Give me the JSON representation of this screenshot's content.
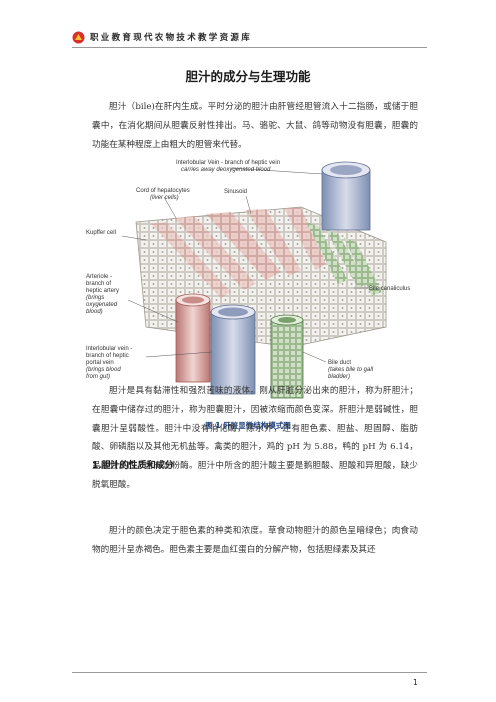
{
  "header": {
    "text": "职业教育现代农物技术教学资源库"
  },
  "title": "胆汁的成分与生理功能",
  "intro": "胆汁（bile)在肝内生成。平时分泌的胆汁由肝管经胆管流入十二指肠，或储于胆囊中，在消化期间从胆囊反射性排出。马、骆驼、大鼠、鸽等动物没有胆囊，胆囊的功能在某种程度上由粗大的胆管来代替。",
  "figure": {
    "labels": {
      "vein_title": "Interlobular Vein - branch of heptic vein",
      "vein_sub": "carries away deoxygenated blood",
      "sinusoid": "Sinusoid",
      "cord": "Cord of hepatocytes",
      "cord_sub": "(liver cells)",
      "kupffer": "Kupffer cell",
      "arteriole_1": "Arteriole -",
      "arteriole_2": "branch of",
      "arteriole_3": "heptic artery",
      "arteriole_4": "(brings",
      "arteriole_5": "oxygenated",
      "arteriole_6": "blood)",
      "portal_1": "Interlobular vein -",
      "portal_2": "branch of heptic",
      "portal_3": "portal vein",
      "portal_4": "(brings blood",
      "portal_5": "from gut)",
      "canaliculus": "Bile canaliculus",
      "duct_1": "Bile duct",
      "duct_2": "(takes bile to gall",
      "duct_3": "bladder)"
    }
  },
  "caption": "图 1  肝脏显微结构模式图",
  "section_heading": "1.胆汁的性质和成分",
  "para2": "胆汁是具有黏滞性和强烈苦味的液体。刚从肝脏分泌出来的胆汁，称为肝胆汁；在胆囊中储存过的胆汁，称为胆囊胆汁，因被浓缩而颜色变深。肝胆汁是弱碱性，胆囊胆汁呈弱酸性。胆汁中没有消化酶，除水外，还有胆色素、胆盐、胆固醇、脂肪酸、卵磷脂以及其他无机盐等。禽类的胆汁，鸡的 pH 为 5.88，鸭的 pH 为 6.14，呈酸性反应，含有淀粉酶。胆汁中所含的胆汁酸主要是鹅胆酸、胆酸和异胆酸，缺少脱氧胆酸。",
  "para3": "胆汁的颜色决定于胆色素的种类和浓度。草食动物胆汁的颜色呈暗绿色；肉食动物的胆汁呈赤褐色。胆色素主要是血红蛋白的分解产物，包括胆绿素及其还",
  "page_number": "1",
  "colors": {
    "caption": "#1f3f7a",
    "vessel_red": "#c97a78",
    "bile_green": "#6f9a63",
    "vein_blue": "#8a9bbd"
  }
}
